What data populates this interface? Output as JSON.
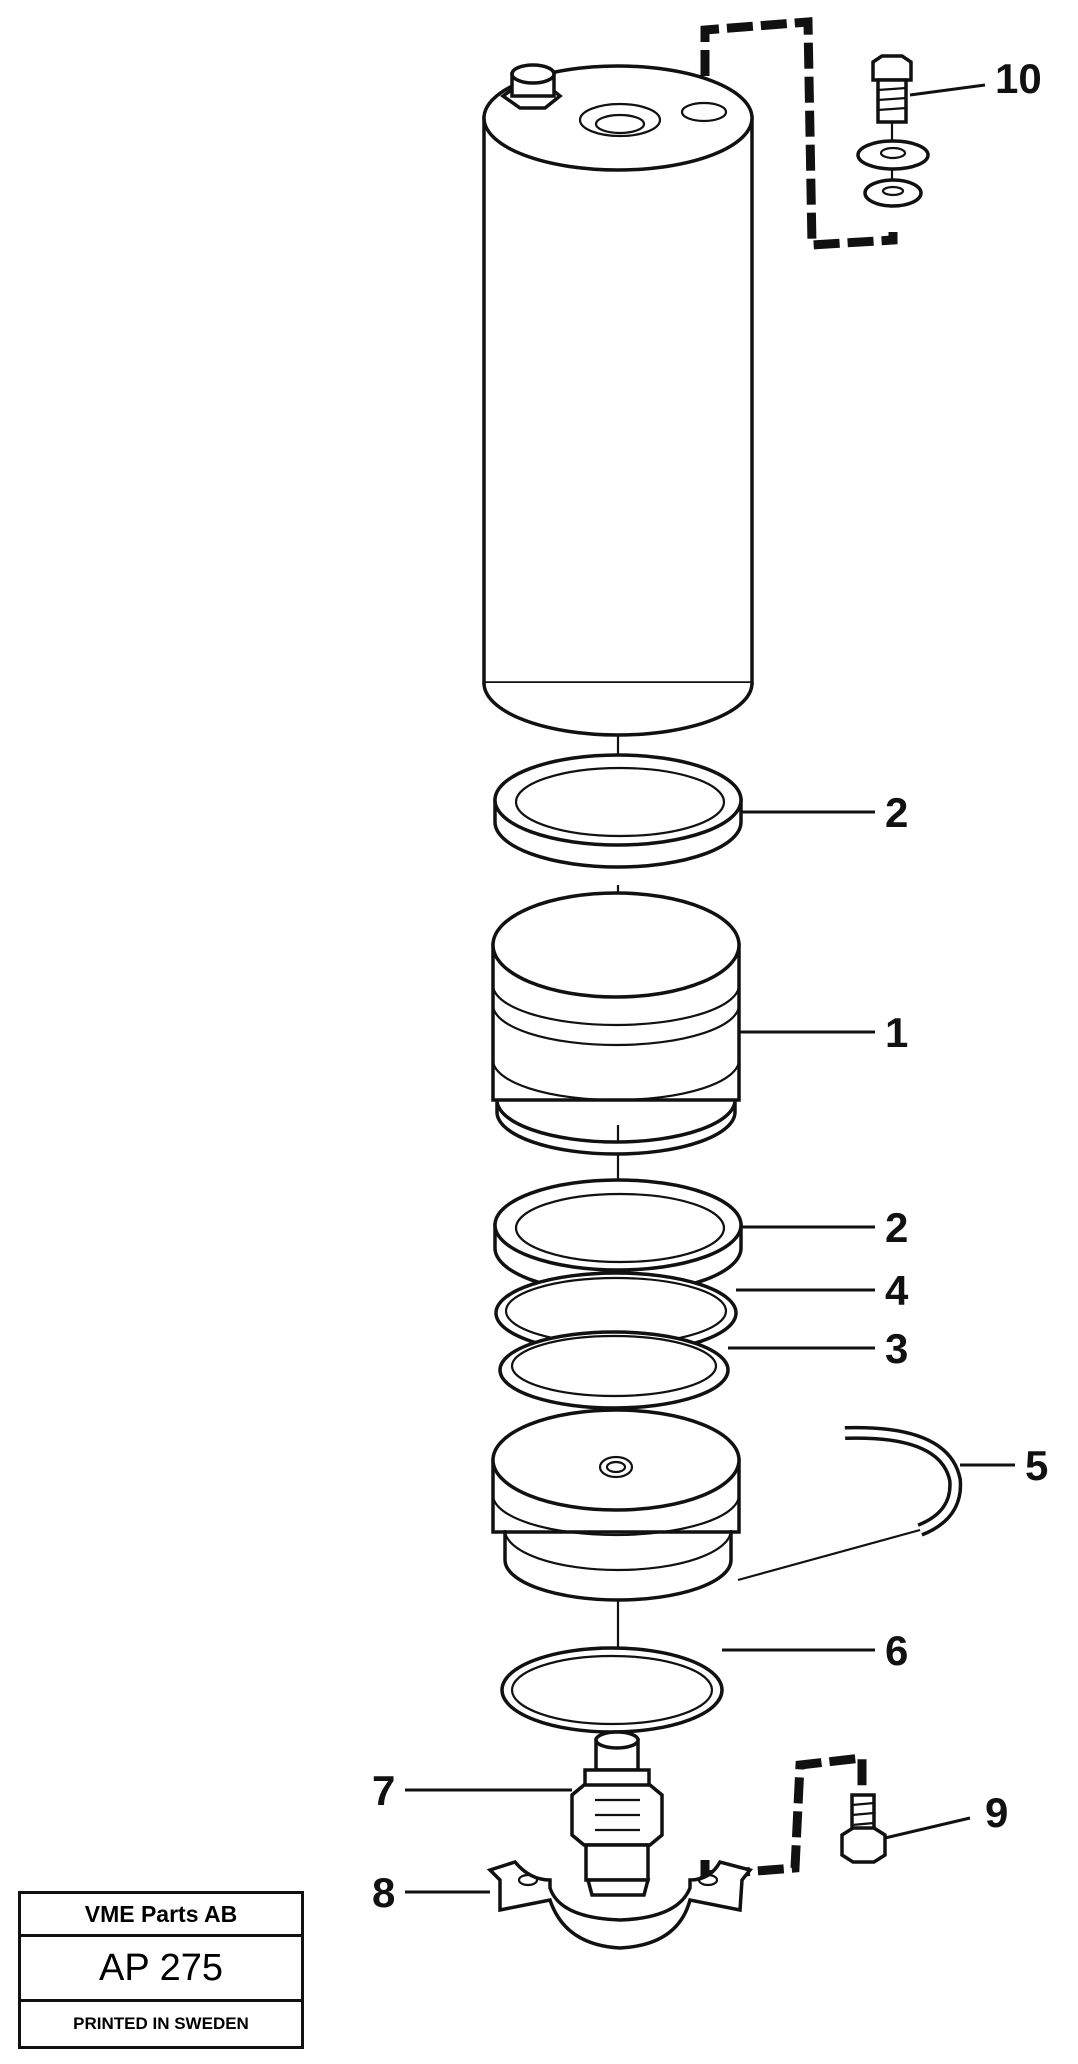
{
  "callouts": {
    "c10": "10",
    "c2a": "2",
    "c1": "1",
    "c2b": "2",
    "c4": "4",
    "c3": "3",
    "c5": "5",
    "c6": "6",
    "c7": "7",
    "c8": "8",
    "c9": "9"
  },
  "title_block": {
    "company": "VME Parts AB",
    "code": "AP 275",
    "printed": "PRINTED IN SWEDEN"
  }
}
